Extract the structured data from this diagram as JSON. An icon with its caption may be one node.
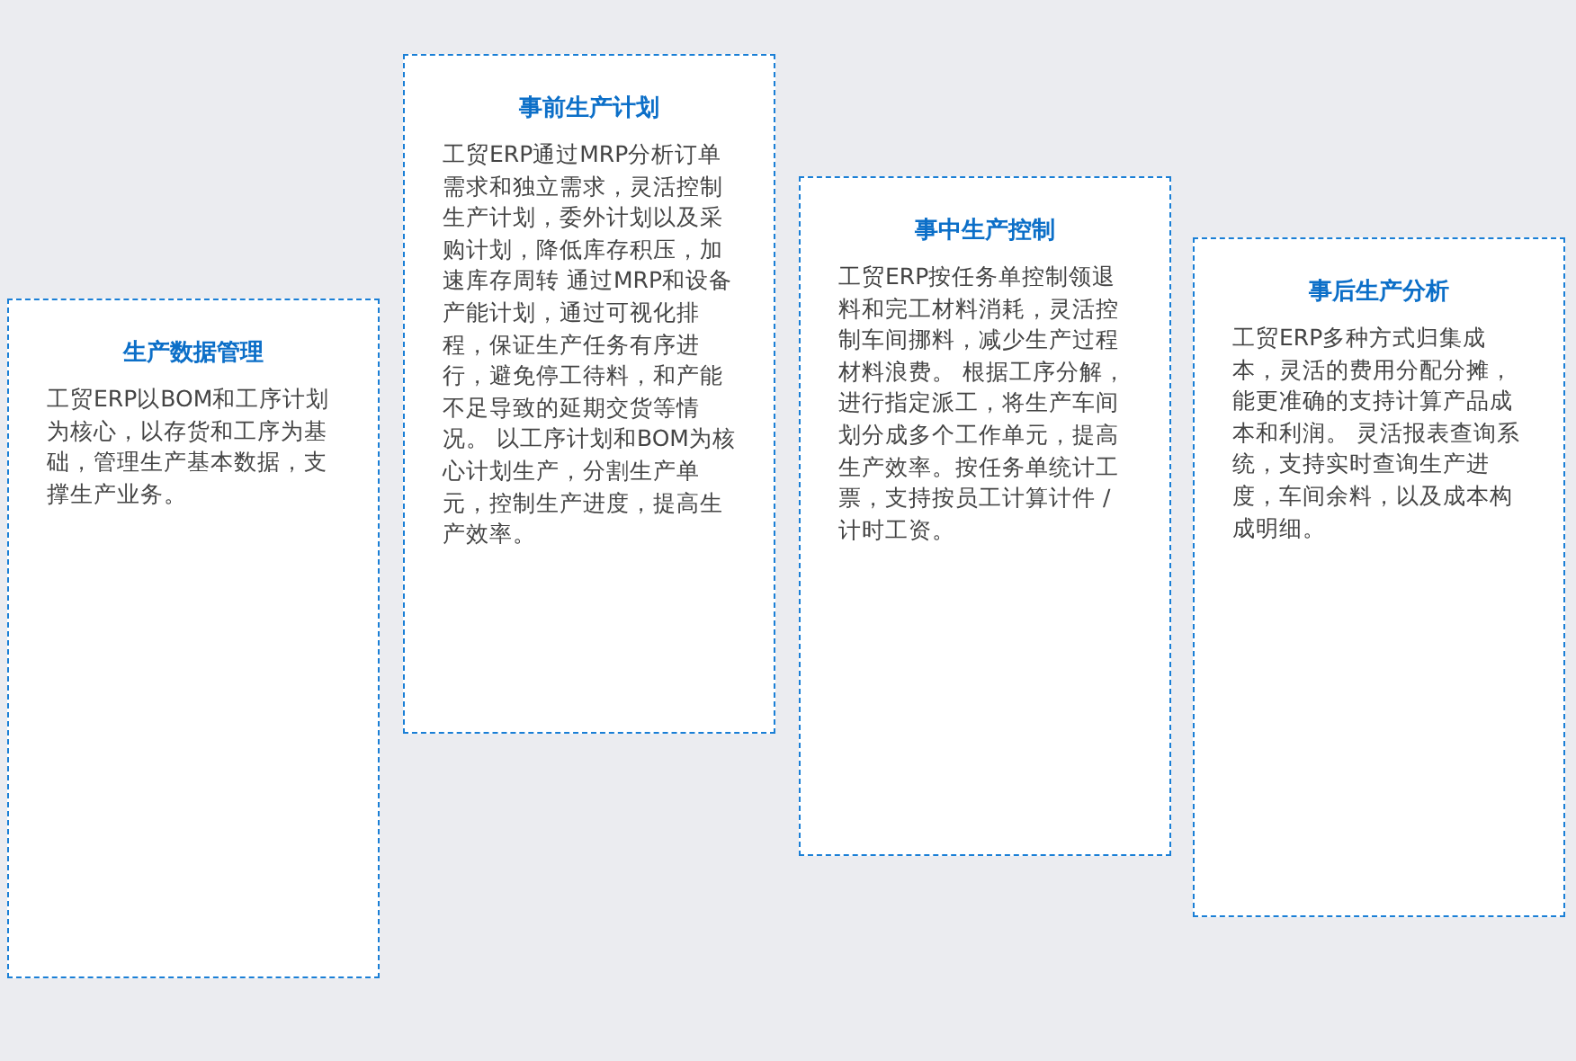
{
  "diagram": {
    "nodes": [
      {
        "text": [
          "生产数据管理",
          "工贸ERP以BOM和工序计划为核心，以存货和工序为基础，管理生产基本数据，支撑生产业务。"
        ]
      },
      {
        "text": [
          "事前生产计划",
          "工贸ERP通过MRP分析订单需求和独立需求，灵活控制生产计划，委外计划以及采购计划，降低库存积压，加速库存周转 通过MRP和设备产能计划，通过可视化排程，保证生产任务有序进行，避免停工待料，和产能不足导致的延期交货等情况。 以工序计划和BOM为核心计划生产，分割生产单元，控制生产进度，提高生产效率。"
        ]
      },
      {
        "text": [
          "事中生产控制",
          "工贸ERP按任务单控制领退料和完工材料消耗，灵活控制车间挪料，减少生产过程材料浪费。 根据工序分解，进行指定派工，将生产车间划分成多个工作单元，提高生产效率。按任务单统计工票，支持按员工计算计件 / 计时工资。"
        ]
      },
      {
        "text": [
          "事后生产分析",
          "工贸ERP多种方式归集成本，灵活的费用分配分摊，能更准确的支持计算产品成本和利润。 灵活报表查询系统，支持实时查询生产进度，车间余料，以及成本构成明细。"
        ]
      }
    ]
  }
}
